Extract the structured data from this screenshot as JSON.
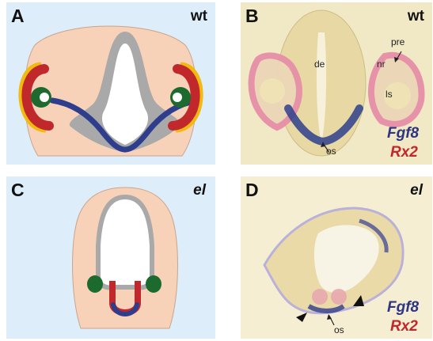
{
  "panels": {
    "A": {
      "letter": "A",
      "genotype": "wt"
    },
    "B": {
      "letter": "B",
      "genotype": "wt",
      "labels": {
        "pre": "pre",
        "nr": "nr",
        "de": "de",
        "ls": "ls",
        "os": "os"
      },
      "genes": {
        "g1": "Fgf8",
        "g2": "Rx2"
      }
    },
    "C": {
      "letter": "C",
      "genotype": "el"
    },
    "D": {
      "letter": "D",
      "genotype": "el",
      "labels": {
        "os": "os"
      },
      "genes": {
        "g1": "Fgf8",
        "g2": "Rx2"
      }
    }
  },
  "colors": {
    "diagram_background": "#ddeefa",
    "tissue": "#f7d2b8",
    "neural_tube_wall": "#a9a9a9",
    "fgf8_stain": "#2e3e8c",
    "rx2_stain": "#c0282c",
    "yellow_layer": "#f2b90f",
    "lens_green": "#1c6a2e",
    "section_background": "#f1e8c6",
    "fgf8_label": "#2d3580",
    "rx2_label": "#c0282c"
  }
}
